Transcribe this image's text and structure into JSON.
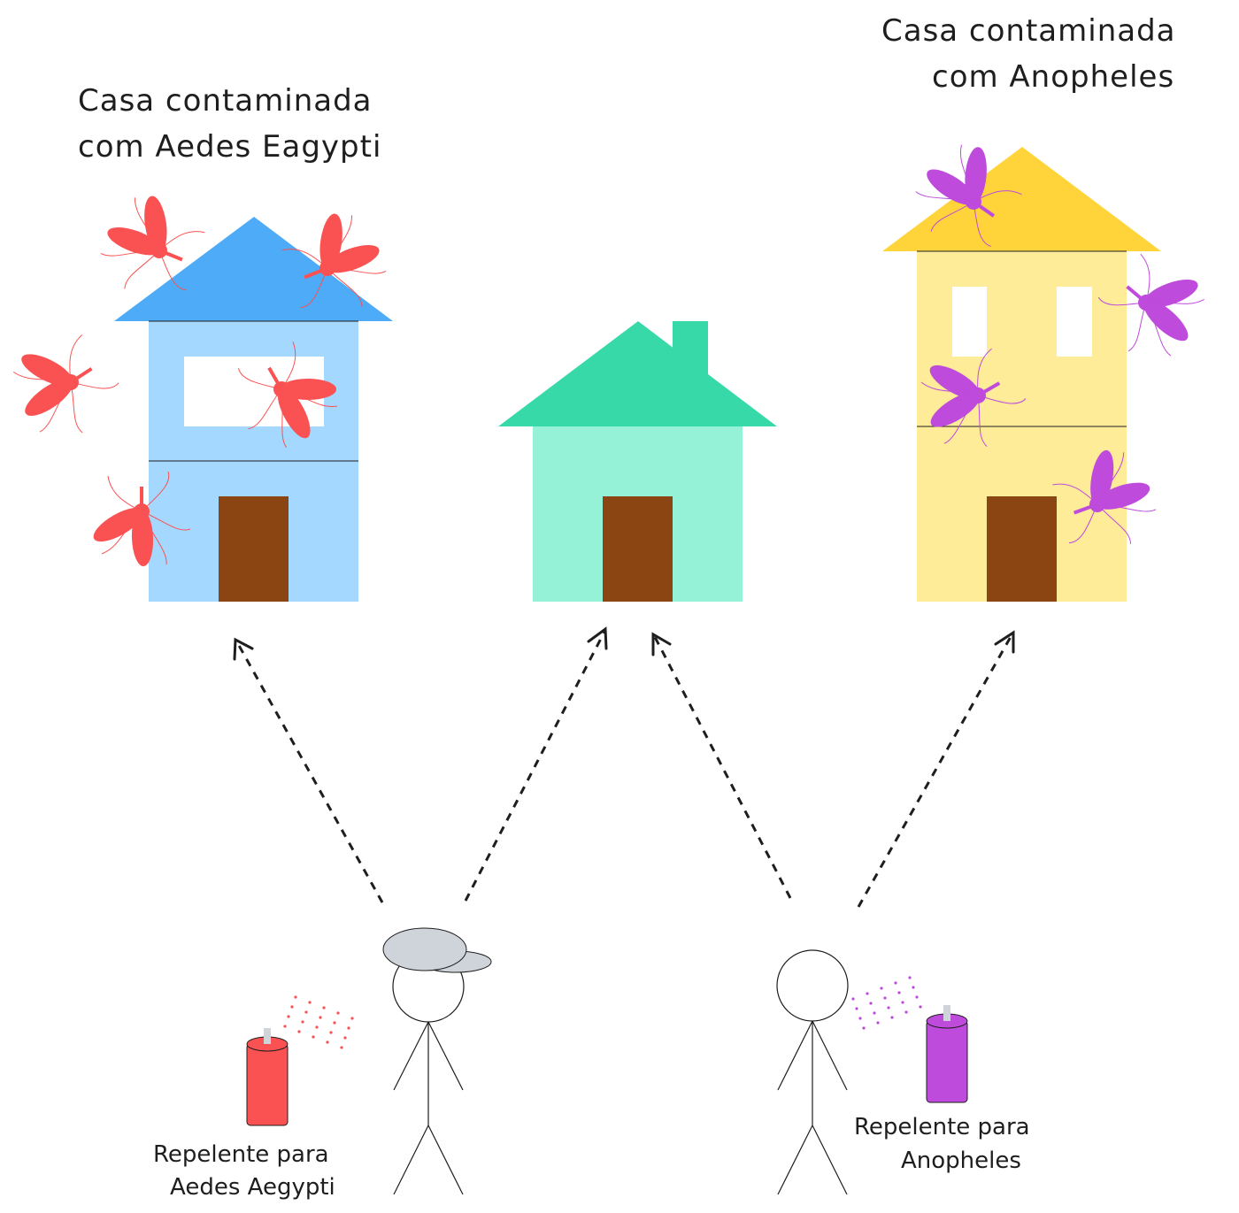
{
  "houses": {
    "left": {
      "title_line1": "Casa contaminada",
      "title_line2": "com Aedes Eagypti"
    },
    "right": {
      "title_line1": "Casa contaminada",
      "title_line2": "com Anopheles"
    }
  },
  "repellents": {
    "left": {
      "line1": "Repelente para",
      "line2": "Aedes Aegypti",
      "color": "#fa5252"
    },
    "right": {
      "line1": "Repelente para",
      "line2": "Anopheles",
      "color": "#be4bdb"
    }
  },
  "colors": {
    "aedes": "#fa5252",
    "anopheles": "#be4bdb",
    "door": "#8b4513",
    "blue_roof": "#4dabf7",
    "blue_wall": "#a5d8ff",
    "green_roof": "#38d9a9",
    "green_wall": "#96f2d7",
    "yellow_roof": "#ffd43b",
    "yellow_wall": "#ffec99"
  }
}
